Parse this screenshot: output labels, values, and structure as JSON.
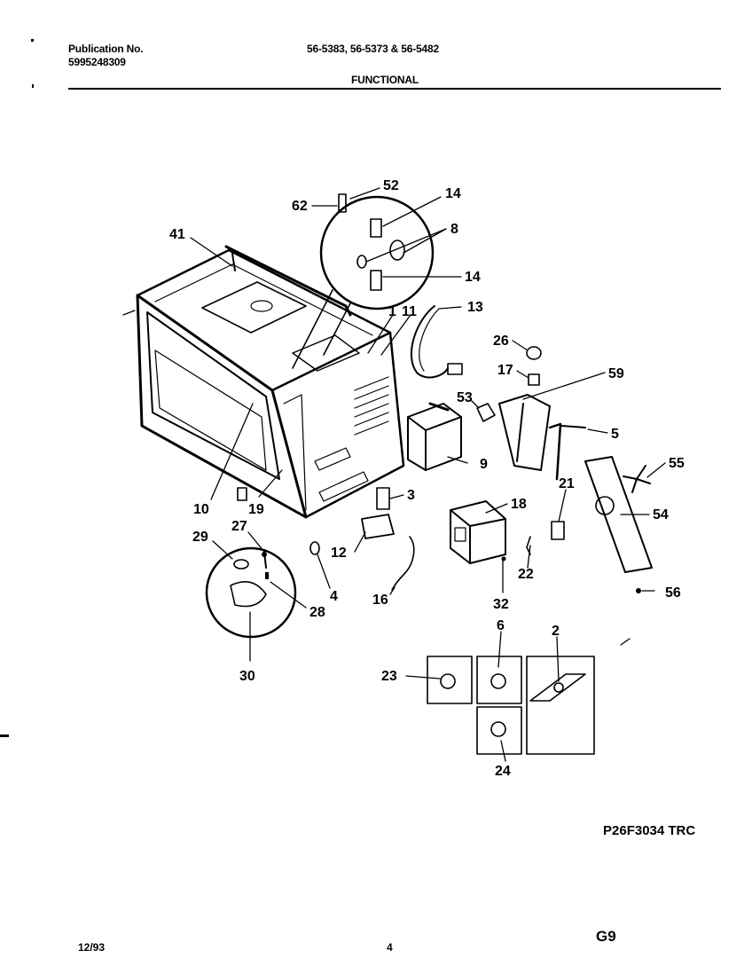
{
  "header": {
    "publication_label": "Publication No.",
    "publication_number": "5995248309",
    "models": "56-5383, 56-5373 & 56-5482",
    "section": "FUNCTIONAL"
  },
  "diagram": {
    "reference_code": "P26F3034 TRC",
    "callouts": [
      "52",
      "62",
      "14",
      "8",
      "14",
      "41",
      "1",
      "11",
      "13",
      "26",
      "17",
      "59",
      "53",
      "5",
      "9",
      "55",
      "21",
      "54",
      "10",
      "19",
      "3",
      "18",
      "29",
      "27",
      "12",
      "4",
      "16",
      "28",
      "22",
      "32",
      "56",
      "30",
      "6",
      "2",
      "23",
      "24"
    ]
  },
  "footer": {
    "date": "12/93",
    "page": "4",
    "code": "G9"
  }
}
